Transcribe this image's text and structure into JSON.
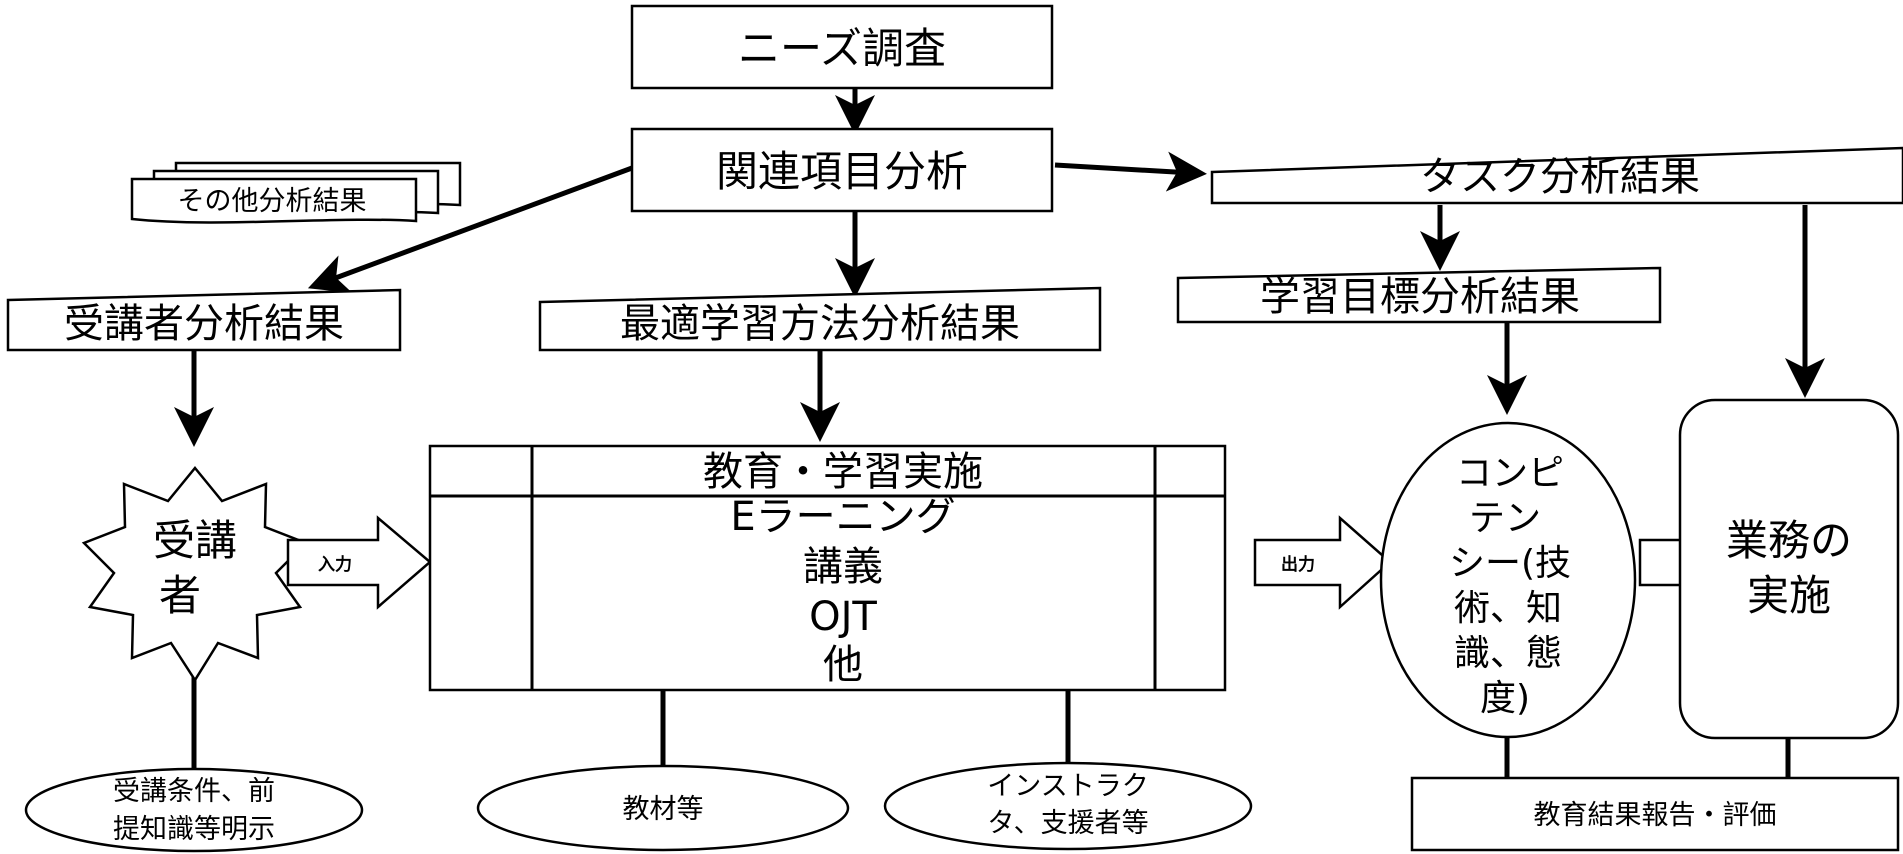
{
  "nodes": {
    "needs_survey": "ニーズ調査",
    "related_analysis": "関連項目分析",
    "other_results": "その他分析結果",
    "task_results": "タスク分析結果",
    "learner_results": "受講者分析結果",
    "method_results": "最適学習方法分析結果",
    "goal_results": "学習目標分析結果",
    "learner_line1": "受講",
    "learner_line2": "者",
    "edu_title": "教育・学習実施",
    "edu_item1": "Eラーニング",
    "edu_item2": "講義",
    "edu_item3": "OJT",
    "edu_item4": "他",
    "competency_line1": "コンピ",
    "competency_line2": "テン",
    "competency_line3": "シー(技",
    "competency_line4": "術、知",
    "competency_line5": "識、態",
    "competency_line6": "度)",
    "business_line1": "業務の",
    "business_line2": "実施",
    "learner_cond_line1": "受講条件、前",
    "learner_cond_line2": "提知識等明示",
    "materials": "教材等",
    "instructor_line1": "インストラク",
    "instructor_line2": "タ、支援者等",
    "edu_report": "教育結果報告・評価"
  },
  "arrows": {
    "input_label": "入力",
    "output_label": "出力"
  }
}
